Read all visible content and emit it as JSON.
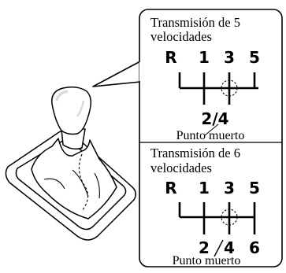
{
  "colors": {
    "ink": "#000000",
    "paper": "#ffffff",
    "shade": "#d9d9d9"
  },
  "panel_5": {
    "title_line1": "Transmisión de 5",
    "title_line2": "velocidades",
    "gears_top": [
      "R",
      "1",
      "3",
      "5"
    ],
    "gear_bottom": "2/4",
    "neutral_label": "Punto muerto"
  },
  "panel_6": {
    "title_line1": "Transmisión de 6",
    "title_line2": "velocidades",
    "gears_top": [
      "R",
      "1",
      "3",
      "5"
    ],
    "gears_bottom": [
      "2",
      "4",
      "6"
    ],
    "neutral_label": "Punto muerto"
  }
}
